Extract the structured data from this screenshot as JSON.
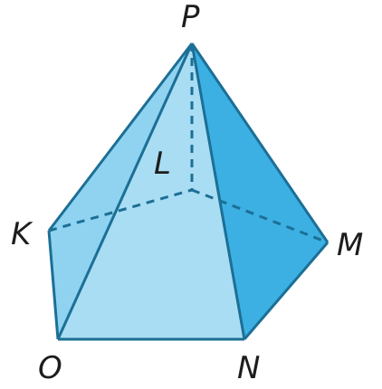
{
  "figure": {
    "vertices": {
      "P": "P",
      "L": "L",
      "K": "K",
      "M": "M",
      "O": "O",
      "N": "N"
    },
    "colors": {
      "face_left": "#8fd3f1",
      "face_front": "#a9ddf3",
      "face_back_right": "#56bde9",
      "face_right": "#3cb0e3",
      "edge": "#1c6f95",
      "label": "#1d1d1d"
    }
  }
}
